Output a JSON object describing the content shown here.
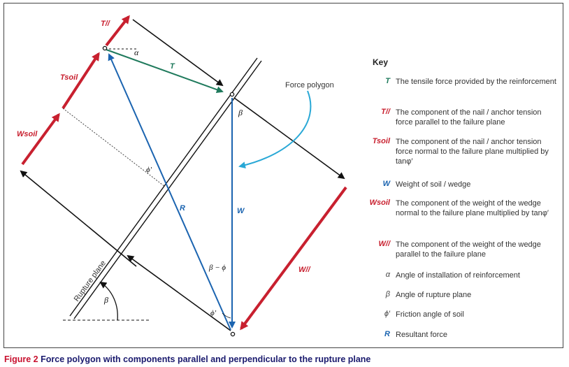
{
  "figure": {
    "caption_number": "Figure 2",
    "caption_text": "Force polygon with components parallel and perpendicular to the rupture plane"
  },
  "diagram": {
    "labels": {
      "T_parallel": "T//",
      "T": "T",
      "T_soil": "Tsoil",
      "W_soil": "Wsoil",
      "R": "R",
      "W": "W",
      "W_parallel": "W//",
      "alpha": "α",
      "beta_top": "β",
      "beta_bottom": "β",
      "phi_prime": "ϕ′",
      "phi_prime_bottom": "ϕ′",
      "beta_minus_phi": "β − ϕ",
      "force_polygon": "Force polygon",
      "rupture_plane": "Rupture plane"
    },
    "colors": {
      "red": "#c8202f",
      "blue": "#1b64b0",
      "green": "#1f7a5c",
      "cyan": "#29a8d6",
      "black": "#111111"
    }
  },
  "key": {
    "title": "Key",
    "items": [
      {
        "symbol": "T",
        "color": "green",
        "text": "The tensile force provided by the reinforcement"
      },
      {
        "symbol": "T//",
        "color": "red",
        "text": "The component of the nail / anchor tension force parallel to the failure plane"
      },
      {
        "symbol": "Tsoil",
        "color": "red",
        "text": "The component of the nail / anchor tension force normal to the failure plane multiplied by tanφ′"
      },
      {
        "symbol": "W",
        "color": "blue",
        "text": "Weight of soil / wedge"
      },
      {
        "symbol": "Wsoil",
        "color": "red",
        "text": "The component of the weight of the wedge normal to the failure plane multiplied by tanφ′"
      },
      {
        "symbol": "W//",
        "color": "red",
        "text": "The component of the weight of the wedge parallel to the failure plane"
      },
      {
        "symbol": "α",
        "color": "gray",
        "text": "Angle of installation of reinforcement"
      },
      {
        "symbol": "β",
        "color": "gray",
        "text": "Angle of rupture plane"
      },
      {
        "symbol": "ϕ′",
        "color": "gray",
        "text": "Friction angle of soil"
      },
      {
        "symbol": "R",
        "color": "blue",
        "text": "Resultant force"
      }
    ]
  }
}
